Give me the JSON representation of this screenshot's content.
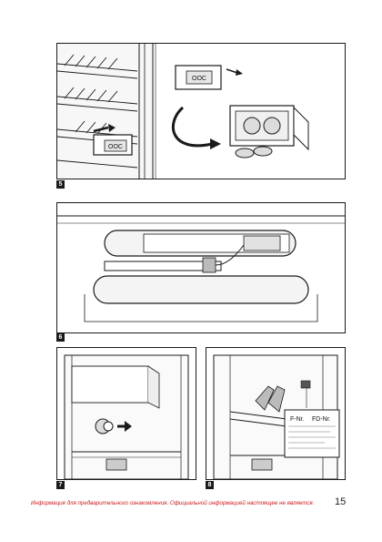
{
  "figures": {
    "f5": "5",
    "f6": "6",
    "f7": "7",
    "f8": "8"
  },
  "display_text": "OOC",
  "nameplate": {
    "f_nr": "F-Nr.",
    "fd_nr": "FD-Nr."
  },
  "footer": {
    "disclaimer": "Информация для предварительного ознакомления. Официальной информацией настоящее не является.",
    "page_number": "15"
  },
  "colors": {
    "line": "#1a1a1a",
    "shade": "#dcdcdc",
    "disclaimer": "#d11a1a"
  }
}
